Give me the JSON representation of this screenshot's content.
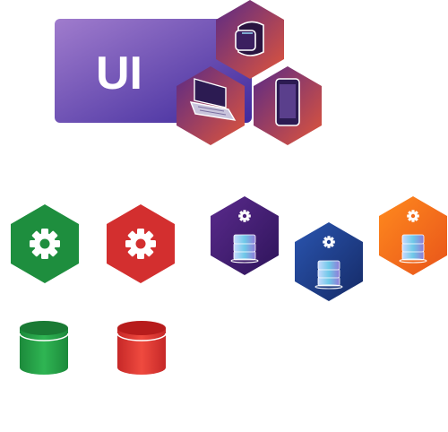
{
  "banner": {
    "label": "UI"
  },
  "device_tiles": [
    {
      "name": "smartwatch",
      "icon": "smartwatch-icon"
    },
    {
      "name": "laptop",
      "icon": "laptop-icon"
    },
    {
      "name": "tablet",
      "icon": "tablet-icon"
    }
  ],
  "service_tiles": [
    {
      "name": "green-gear",
      "icon": "gear-icon"
    },
    {
      "name": "red-gear",
      "icon": "gear-icon"
    },
    {
      "name": "purple-server",
      "icon": "server-stack-icon"
    },
    {
      "name": "blue-server",
      "icon": "server-stack-icon"
    },
    {
      "name": "orange-server",
      "icon": "server-stack-icon"
    }
  ],
  "databases": [
    {
      "name": "green-database",
      "icon": "database-icon"
    },
    {
      "name": "red-database",
      "icon": "database-icon"
    }
  ],
  "colors": {
    "banner_light": "#9d74c9",
    "banner_dark": "#4a2ba0",
    "device_tile_top": "#6b2a82",
    "device_tile_bottom": "#d5523a",
    "green": "#1e8e3e",
    "green_light": "#2fb553",
    "red": "#d32f2f",
    "red_light": "#ef4a3f",
    "purple": "#4b1f7a",
    "blue": "#1f3f8f",
    "orange": "#f26a1b",
    "white": "#ffffff"
  }
}
